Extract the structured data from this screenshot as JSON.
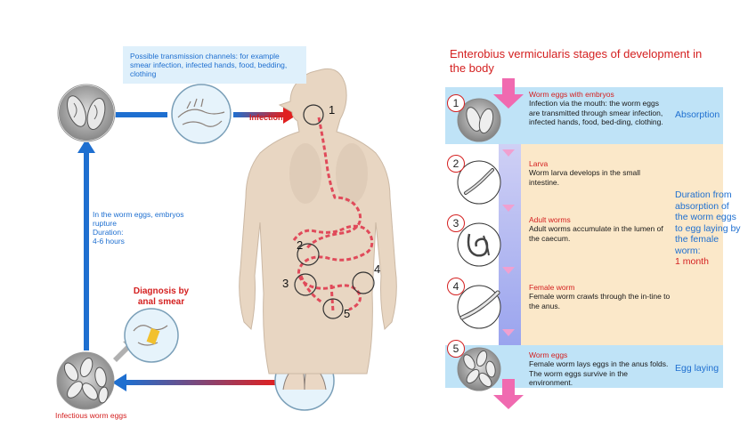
{
  "left": {
    "transmission_note": "Possible transmission channels: for example smear infection, infected hands, food, bedding, clothing",
    "infection_label": "Infection",
    "rupture_note": "In the worm eggs, embryos rupture\nDuration:\n4-6 hours",
    "diagnosis_label": "Diagnosis by anal smear",
    "infectious_eggs_label": "Infectious worm eggs",
    "body_markers": [
      "1",
      "2",
      "3",
      "4",
      "5"
    ]
  },
  "right": {
    "title": "Enterobius vermicularis stages of development in the body",
    "stages": [
      {
        "number": "1",
        "title": "Worm eggs with embryos",
        "text": "Infection via the mouth: the worm eggs are transmitted through smear infection, infected hands, food, bed-ding, clothing."
      },
      {
        "number": "2",
        "title": "Larva",
        "text": "Worm larva develops in the small intestine."
      },
      {
        "number": "3",
        "title": "Adult worms",
        "text": "Adult worms accumulate in the lumen of the caecum."
      },
      {
        "number": "4",
        "title": "Female worm",
        "text": "Female worm crawls through the in-tine to the anus."
      },
      {
        "number": "5",
        "title": "Worm eggs",
        "text": "Female worm lays eggs in the anus folds. The worm eggs survive in the environment."
      }
    ],
    "absorption_label": "Absorption",
    "duration_label": "Duration from absorption of the worm eggs to egg laying by the female worm:",
    "duration_value": "1 month",
    "egg_laying_label": "Egg laying"
  },
  "colors": {
    "accent_red": "#d42020",
    "accent_blue": "#1e6fd0",
    "pink_arrow": "#f06ab0",
    "light_blue_band": "#bfe3f7",
    "beige_panel": "#fbe8c9",
    "skin": "#e8d6c2"
  }
}
